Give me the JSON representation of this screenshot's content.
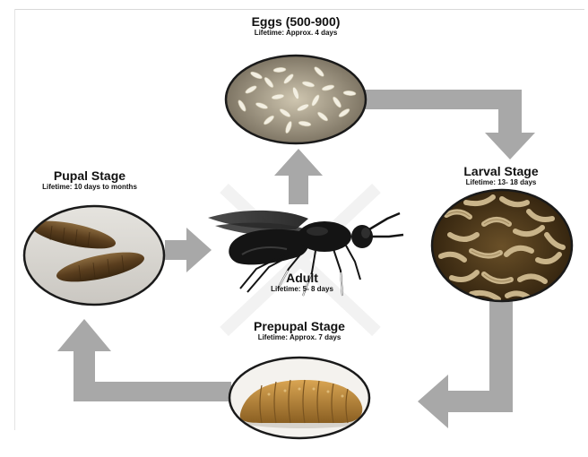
{
  "stages": {
    "eggs": {
      "title": "Eggs (500-900)",
      "lifetime": "Lifetime: Approx. 4 days"
    },
    "larval": {
      "title": "Larval Stage",
      "lifetime": "Lifetime: 13- 18 days"
    },
    "prepupal": {
      "title": "Prepupal Stage",
      "lifetime": "Lifetime: Approx. 7 days"
    },
    "pupal": {
      "title": "Pupal Stage",
      "lifetime": "Lifetime: 10 days to months"
    },
    "adult": {
      "title": "Adult",
      "lifetime": "Lifetime: 5- 8 days"
    }
  },
  "colors": {
    "arrow": "#a8a8a8",
    "ellipse_border": "#1a1a1a",
    "egg_bg": "#8a8170",
    "egg": "#f1ede0",
    "larva_bg": "#3a2a14",
    "larva": "#c9b48a",
    "pupa_bg": "#d8d6d1",
    "pupa": "#5a3e1e",
    "prepupa": "#b98a3c",
    "fly_body": "#141414"
  }
}
